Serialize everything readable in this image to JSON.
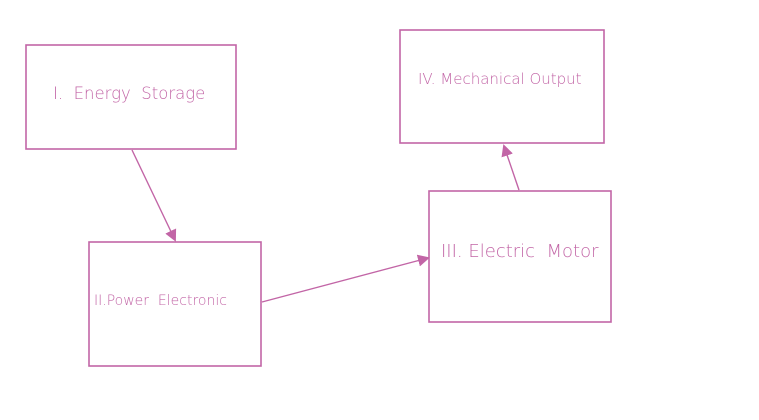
{
  "colors": {
    "ink": "#c265a6",
    "background": "#ffffff"
  },
  "nodes": [
    {
      "id": "energy-storage",
      "label": "I.  Energy  Storage"
    },
    {
      "id": "power-electronic",
      "label": "II.Power  Electronic"
    },
    {
      "id": "electric-motor",
      "label": "III. Electric  Motor"
    },
    {
      "id": "mechanical-output",
      "label": "IV. Mechanical Output"
    }
  ],
  "edges": [
    {
      "from": "energy-storage",
      "to": "power-electronic"
    },
    {
      "from": "power-electronic",
      "to": "electric-motor"
    },
    {
      "from": "electric-motor",
      "to": "mechanical-output"
    }
  ]
}
